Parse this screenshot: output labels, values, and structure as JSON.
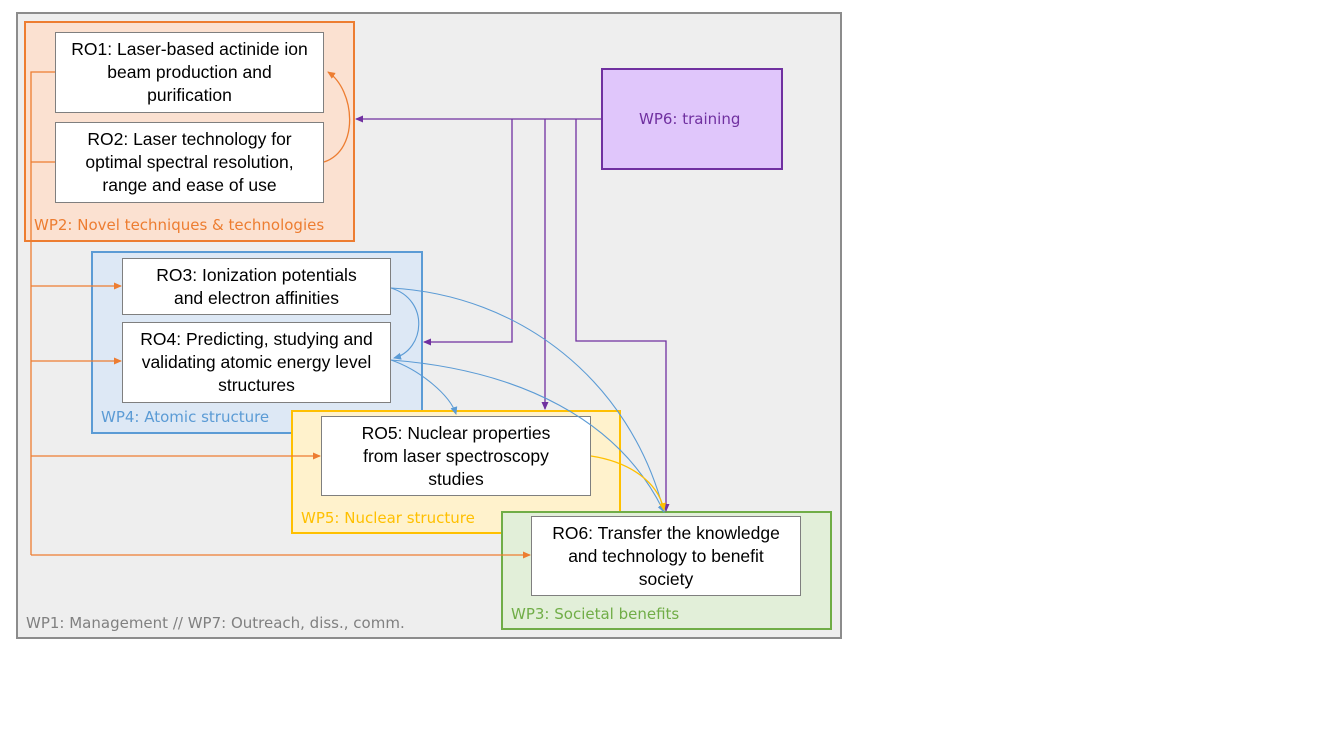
{
  "diagram": {
    "frame_label": "WP1: Management // WP7: Outreach, diss., comm.",
    "work_packages": {
      "wp2": "WP2: Novel techniques & technologies",
      "wp4": "WP4: Atomic structure",
      "wp5": "WP5: Nuclear structure",
      "wp3": "WP3: Societal benefits",
      "wp6": "WP6: training"
    },
    "objectives": {
      "ro1": "RO1: Laser-based actinide ion beam production and purification",
      "ro2": "RO2: Laser technology for optimal spectral resolution, range and ease of use",
      "ro3": "RO3: Ionization potentials and electron affinities",
      "ro4": "RO4: Predicting, studying and validating atomic energy level structures",
      "ro5": "RO5: Nuclear properties from laser spectroscopy studies",
      "ro6": "RO6: Transfer the knowledge and technology to benefit society"
    },
    "colors": {
      "wp2": "#ed7d31",
      "wp4": "#5b9bd5",
      "wp5": "#ffc000",
      "wp3": "#70ad47",
      "wp6": "#7030a0",
      "frame": "#8c8c8c"
    }
  }
}
